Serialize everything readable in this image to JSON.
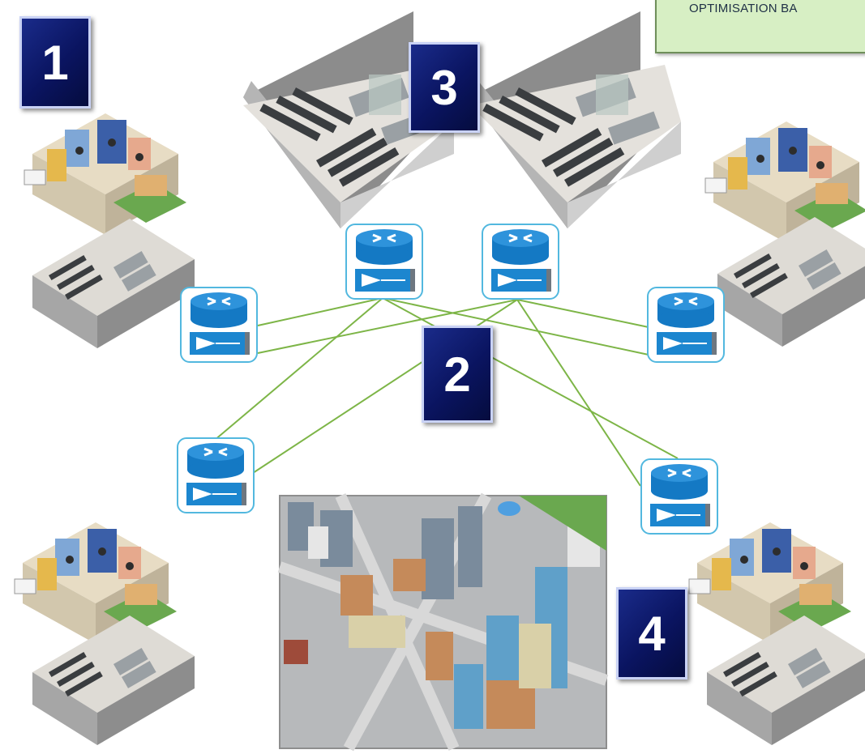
{
  "callout": {
    "text": "OPTIMISATION BA"
  },
  "badges": [
    {
      "id": "b1",
      "label": "1"
    },
    {
      "id": "b2",
      "label": "2"
    },
    {
      "id": "b3",
      "label": "3"
    },
    {
      "id": "b4",
      "label": "4"
    }
  ],
  "icons": {
    "building": "office-building-icon",
    "datacenter": "data-center-icon",
    "router": "router-icon",
    "city": "city-icon"
  },
  "colors": {
    "link": "#7db547",
    "badge": "#0d1a6e",
    "router_blue": "#1479c4",
    "router_border": "#52b8df",
    "callout_bg": "#d7efc4"
  }
}
